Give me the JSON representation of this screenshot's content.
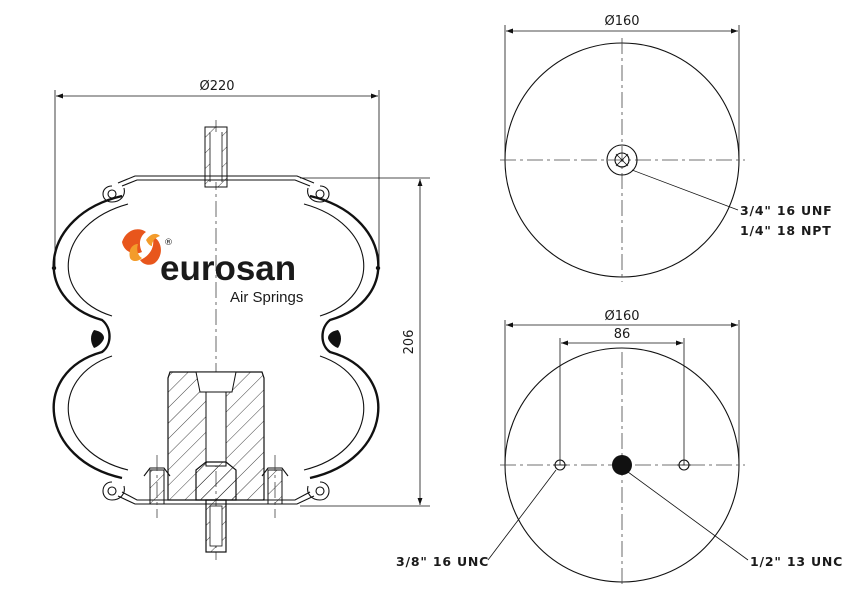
{
  "brand": {
    "name": "eurosan",
    "tagline": "Air Springs",
    "registered_mark": "®",
    "colors": {
      "name": "#1c2d5a",
      "flame_outer": "#e8561c",
      "flame_inner": "#f39c2b"
    }
  },
  "side_view": {
    "diameter_label": "Ø220",
    "height_label": "206"
  },
  "top_view": {
    "diameter_label": "Ø160",
    "callout_line1": "3/4\" 16 UNF",
    "callout_line2": "1/4\" 18 NPT"
  },
  "bottom_view": {
    "diameter_label": "Ø160",
    "bolt_spacing_label": "86",
    "callout_left": "3/8\" 16 UNC",
    "callout_right": "1/2\" 13 UNC"
  }
}
